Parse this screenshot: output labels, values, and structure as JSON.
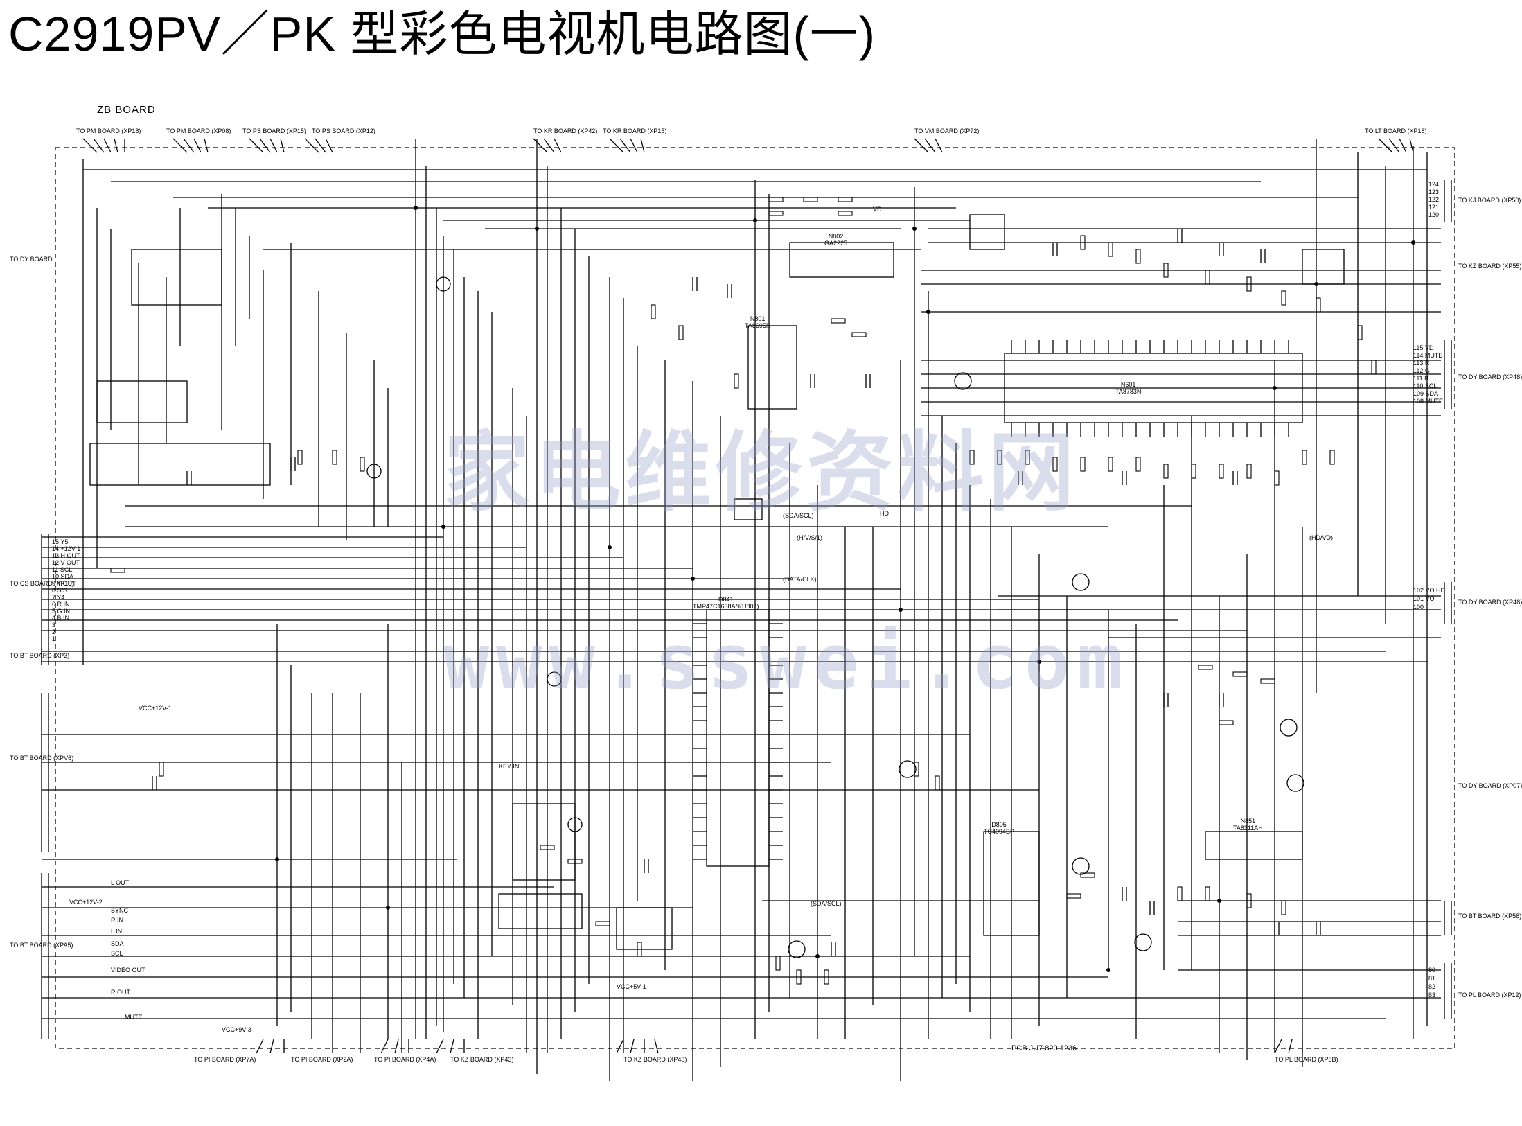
{
  "title": "C2919PV／PK 型彩色电视机电路图(一)",
  "board": "ZB BOARD",
  "watermark": {
    "cn": "家电维修资料网",
    "url": "www.sswei.com"
  },
  "pcb": "PCB JU7.820.1236",
  "ics": {
    "n601": "N601\nTA8783N",
    "n851": "N851\nTA8211AH",
    "d841": "D841\nTMP47C1638AN(U807)",
    "n801": "N801\nTA8695N",
    "d805": "D805\nTC4094BP",
    "n802": "N802\nGA2225"
  },
  "connectors": {
    "top": [
      "TO PM BOARD (XP18)",
      "TO PM BOARD (XP08)",
      "TO PS BOARD (XP15)",
      "TO PS BOARD (XP12)",
      "TO KR BOARD (XP42)",
      "TO KR BOARD (XP15)",
      "TO VM BOARD (XP72)",
      "TO LT BOARD (XP18)"
    ],
    "left": [
      "TO DY BOARD",
      "TO CS BOARD (XP15)",
      "TO BT BOARD (XP3)",
      "TO BT BOARD (XPV6)",
      "TO BT BOARD (XPA5)"
    ],
    "right": [
      "TO KJ BOARD (XP50)",
      "TO KZ BOARD (XP55)",
      "TO DY BOARD (XP48)",
      "TO DY BOARD (XP48)",
      "TO DY BOARD (XP07)",
      "TO BT BOARD (XP58)",
      "TO PL BOARD (XP12)"
    ],
    "bottom": [
      "TO PI BOARD (XP7A)",
      "TO PI BOARD (XP2A)",
      "TO PI BOARD (XP4A)",
      "TO KZ BOARD (XP43)",
      "TO KZ BOARD (XP48)",
      "TO PL BOARD (XP8B)"
    ]
  },
  "pin_labels_left": [
    "15 Y5",
    "14 +12V-1",
    "13 H OUT",
    "12 V OUT",
    "11 SCL",
    "10 SDA",
    "9 Y OUT",
    "8 S/S",
    "7 Y4",
    "6 R IN",
    "5 G IN",
    "4 B IN",
    "3",
    "2",
    "1"
  ],
  "pin_labels_right": [
    "124",
    "123",
    "122",
    "121",
    "120",
    "115 VD",
    "114 MUTE",
    "113 R",
    "112 G",
    "111 B",
    "110 SCL",
    "109 SDA",
    "108 MUTE",
    "102 VO HD",
    "101 VO",
    "100",
    "80",
    "81",
    "82",
    "83"
  ],
  "misc_labels": [
    "(SDA/SCL)",
    "(H/V/S/1)",
    "(DATA/CLK)",
    "(HD/VD)",
    "(SDA/SCL)",
    "KEY IN",
    "L OUT",
    "R OUT",
    "VIDEO OUT",
    "MUTE",
    "SYNC",
    "L IN",
    "R IN",
    "SDA",
    "SCL",
    "VCC+12V-1",
    "VCC+9V-3",
    "VCC+5V-1",
    "VCC+12V-2",
    "HD",
    "VD"
  ]
}
